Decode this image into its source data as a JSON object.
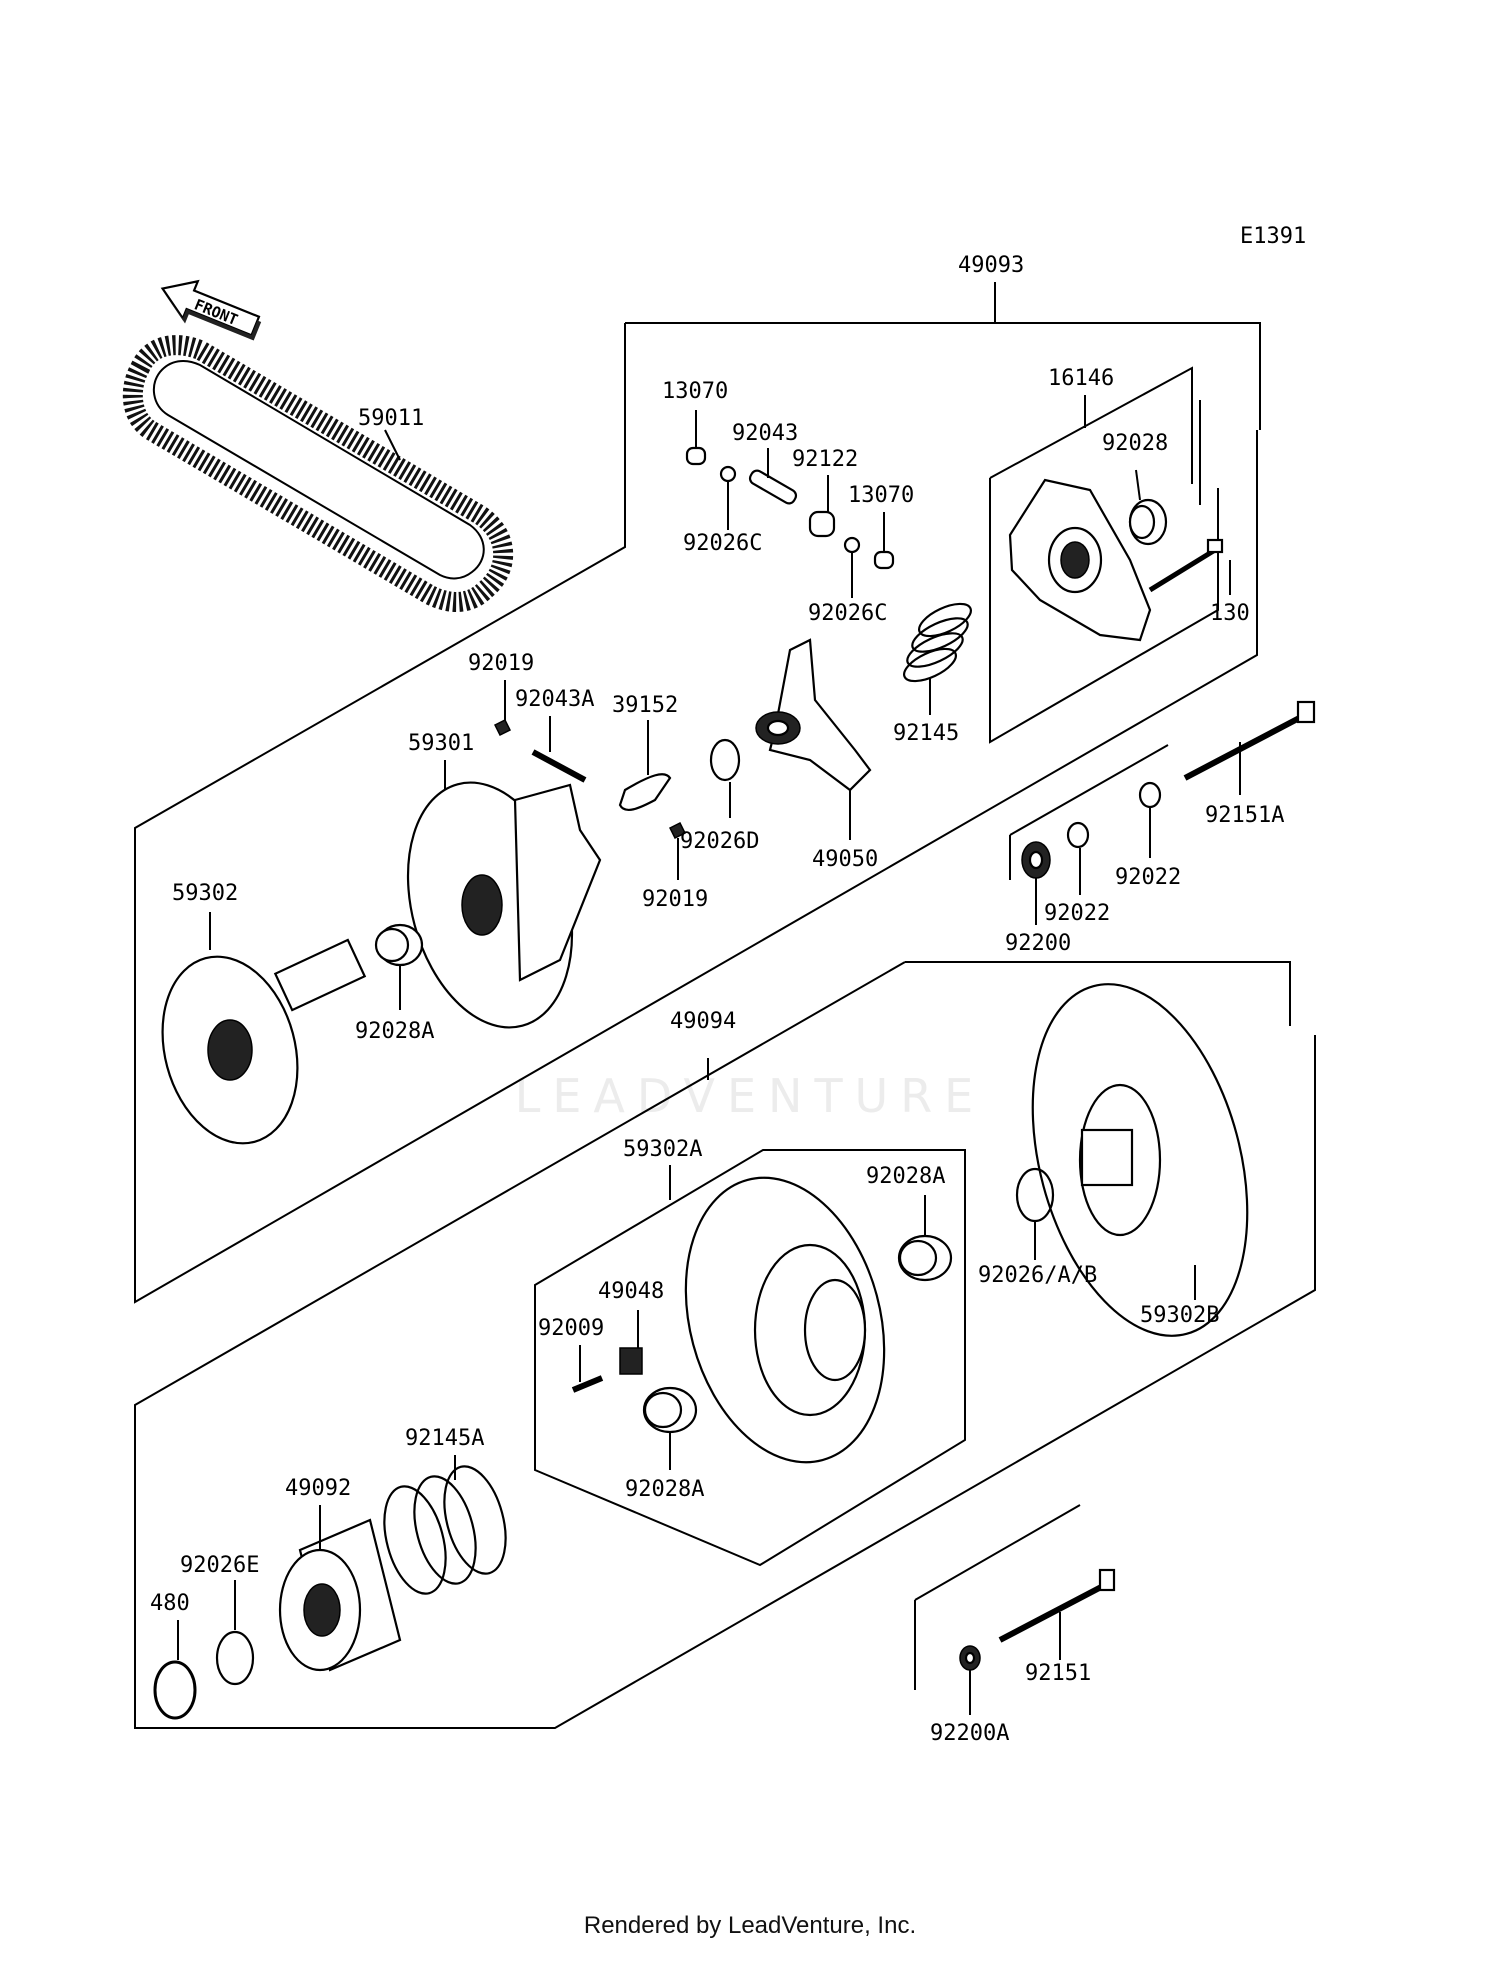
{
  "diagram_code": "E1391",
  "front_label": "FRONT",
  "watermark": "LEADVENTURE",
  "footer": "Rendered by LeadVenture, Inc.",
  "labels": {
    "assy_49093": "49093",
    "assy_49094": "49094",
    "p59011": "59011",
    "p13070_a": "13070",
    "p92043": "92043",
    "p92122": "92122",
    "p13070_b": "13070",
    "p92026C_a": "92026C",
    "p92026C_b": "92026C",
    "p16146": "16146",
    "p92028": "92028",
    "p130": "130",
    "p92145": "92145",
    "p92019_a": "92019",
    "p92043A": "92043A",
    "p39152": "39152",
    "p59301": "59301",
    "p92026D": "92026D",
    "p49050": "49050",
    "p92019_b": "92019",
    "p92151A": "92151A",
    "p92022_a": "92022",
    "p92022_b": "92022",
    "p92200": "92200",
    "p59302": "59302",
    "p92028A_a": "92028A",
    "p59302A": "59302A",
    "p92028A_b": "92028A",
    "p49048": "49048",
    "p92009": "92009",
    "p92028A_c": "92028A",
    "p92026AB": "92026/A/B",
    "p59302B": "59302B",
    "p92145A": "92145A",
    "p49092": "49092",
    "p92026E": "92026E",
    "p480": "480",
    "p92151": "92151",
    "p92200A": "92200A"
  }
}
